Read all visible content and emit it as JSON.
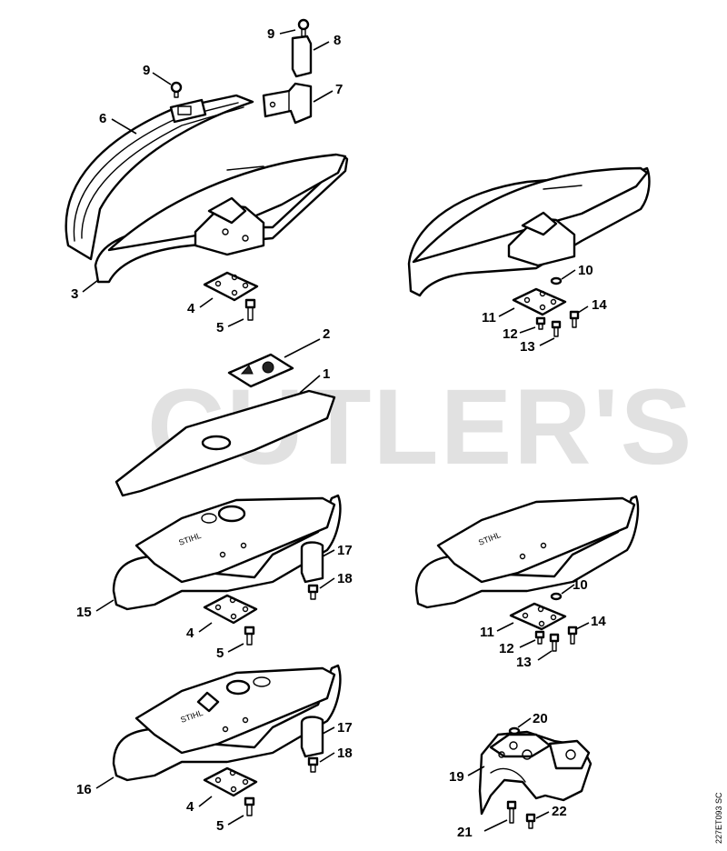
{
  "watermark": "CUTLER'S",
  "drawing_code": "227ET093 SC",
  "callouts": {
    "c1": "1",
    "c2": "2",
    "c3": "3",
    "c4a": "4",
    "c4b": "4",
    "c4c": "4",
    "c5a": "5",
    "c5b": "5",
    "c5c": "5",
    "c6": "6",
    "c7": "7",
    "c8": "8",
    "c9a": "9",
    "c9b": "9",
    "c10a": "10",
    "c10b": "10",
    "c11a": "11",
    "c11b": "11",
    "c12a": "12",
    "c12b": "12",
    "c13a": "13",
    "c13b": "13",
    "c14a": "14",
    "c14b": "14",
    "c15": "15",
    "c16": "16",
    "c17a": "17",
    "c17b": "17",
    "c18a": "18",
    "c18b": "18",
    "c19": "19",
    "c20": "20",
    "c21": "21",
    "c22": "22"
  }
}
